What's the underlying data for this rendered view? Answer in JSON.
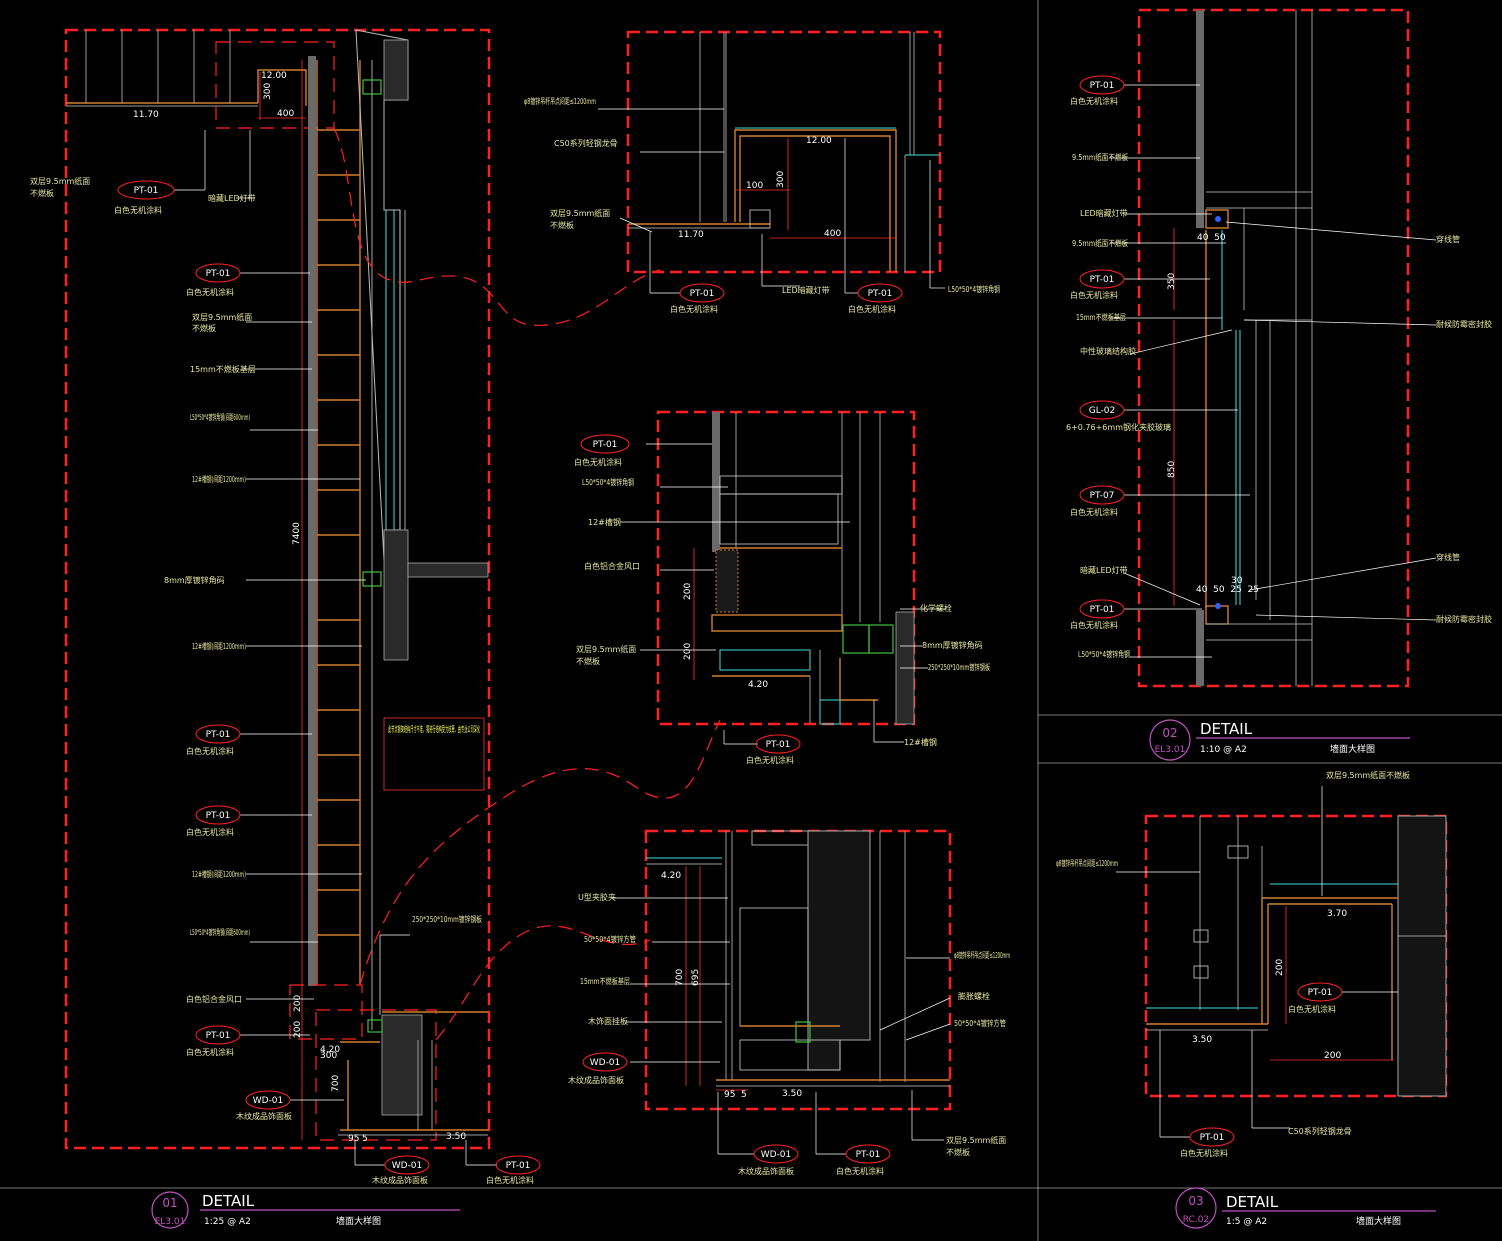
{
  "details": [
    {
      "number": "01",
      "title": "DETAIL",
      "ref": "EL3.01",
      "scale": "1:25 @ A2",
      "name": "墙面大样图"
    },
    {
      "number": "02",
      "title": "DETAIL",
      "ref": "EL3.01",
      "scale": "1:10 @ A2",
      "name": "墙面大样图"
    },
    {
      "number": "03",
      "title": "DETAIL",
      "ref": "RC.02",
      "scale": "1:5 @ A2",
      "name": "墙面大样图"
    }
  ],
  "finish_codes": {
    "pt01": "PT-01",
    "pt07": "PT-07",
    "gl02": "GL-02",
    "wd01": "WD-01"
  },
  "notes": {
    "white_paint": "白色无机涂料",
    "double_gypsum_9_5": "双层9.5mm纸面",
    "not_board": "不燃板",
    "double_gypsum_9_5_full": "双层9.5mm纸面不燃板",
    "led_strip": "暗藏LED灯带",
    "led": "LED暗藏灯带",
    "board_15": "15mm不燃板基层",
    "angle_steel": "L50*50*4镀锌角钢(间距600mm)",
    "angle_steel_short": "L50*50*4镀锌角钢",
    "channel_12": "12#槽钢(间距1200mm)",
    "channel_12_short": "12#槽钢",
    "plate_8": "8mm厚镀锌角码",
    "steel_plate": "250*250*10mm镀锌钢板",
    "alu_vent": "白色铝合金风口",
    "wood_veneer": "木饰面挂板",
    "wood_grain": "木纹成品饰面板",
    "note_box": "此节点钢架结构尺寸不准，需进行结构受力核算，由专业公司深化",
    "hanger": "φ8镀锌吊杆吊点间距≤1200mm",
    "keel": "C50系列轻钢龙骨",
    "keel_frame": "C50系列轻钢龙骨",
    "chem_bolt": "化学螺栓",
    "expansion": "膨胀螺栓",
    "u_keel": "U型夹胶夹",
    "square_tube": "50*50*4镀锌方管",
    "board_15b": "15mm不燃板基层",
    "gypsum_9_5_d2": "9.5mm纸面不燃板",
    "gl_spec": "6+0.76+6mm钢化夹胶玻璃",
    "wiring": "中性玻璃结构胶",
    "cable": "穿线管",
    "sealant": "耐候防霉密封胶"
  },
  "dimensions": {
    "d1_height": "7400",
    "d1_300": "300",
    "d1_400": "400",
    "d1_elev1": "11.70",
    "d1_elev2": "12.00",
    "d1_elev3": "4.20",
    "d1_elev4": "3.50",
    "d1_200": "200",
    "d1_700": "700",
    "d1_95": "95",
    "d1_5": "5",
    "d1_200b": "200",
    "d1_300b": "300",
    "dA_100": "100",
    "dA_300": "300",
    "dA_400": "400",
    "dA_elev1": "12.00",
    "dA_elev2": "11.70",
    "dB_200a": "200",
    "dB_200b": "200",
    "dB_elev": "4.20",
    "dC_700": "700",
    "dC_695": "695",
    "dC_95": "95",
    "dC_5": "5",
    "dC_elev1": "4.20",
    "dC_elev2": "3.50",
    "d2_40_50": "40  50",
    "d2_350": "350",
    "d2_850": "850",
    "d2_bot": "40  50  25  25",
    "d2_30": "30",
    "d3_200a": "200",
    "d3_200b": "200",
    "d3_elev1": "3.70",
    "d3_elev2": "3.50"
  }
}
